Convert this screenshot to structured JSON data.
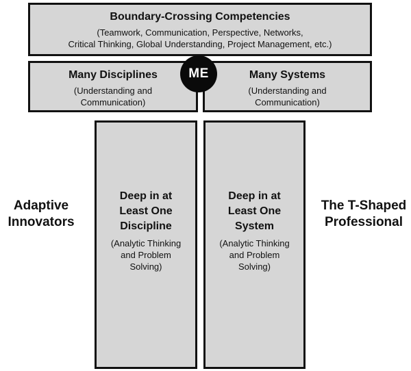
{
  "top": {
    "title": "Boundary-Crossing Competencies",
    "line1": "(Teamwork, Communication, Perspective, Networks,",
    "line2": "Critical Thinking, Global Understanding, Project Management, etc.)"
  },
  "left_mid": {
    "title": "Many Disciplines",
    "line1": "(Understanding and",
    "line2": "Communication)"
  },
  "right_mid": {
    "title": "Many Systems",
    "line1": "(Understanding and",
    "line2": "Communication)"
  },
  "center": {
    "label": "ME"
  },
  "left_col": {
    "title1": "Deep in at",
    "title2": "Least One",
    "title3": "Discipline",
    "line1": "(Analytic Thinking",
    "line2": "and Problem",
    "line3": "Solving)"
  },
  "right_col": {
    "title1": "Deep in at",
    "title2": "Least One",
    "title3": "System",
    "line1": "(Analytic Thinking",
    "line2": "and Problem",
    "line3": "Solving)"
  },
  "side_left": {
    "line1": "Adaptive",
    "line2": "Innovators"
  },
  "side_right": {
    "line1": "The T-Shaped",
    "line2": "Professional"
  }
}
